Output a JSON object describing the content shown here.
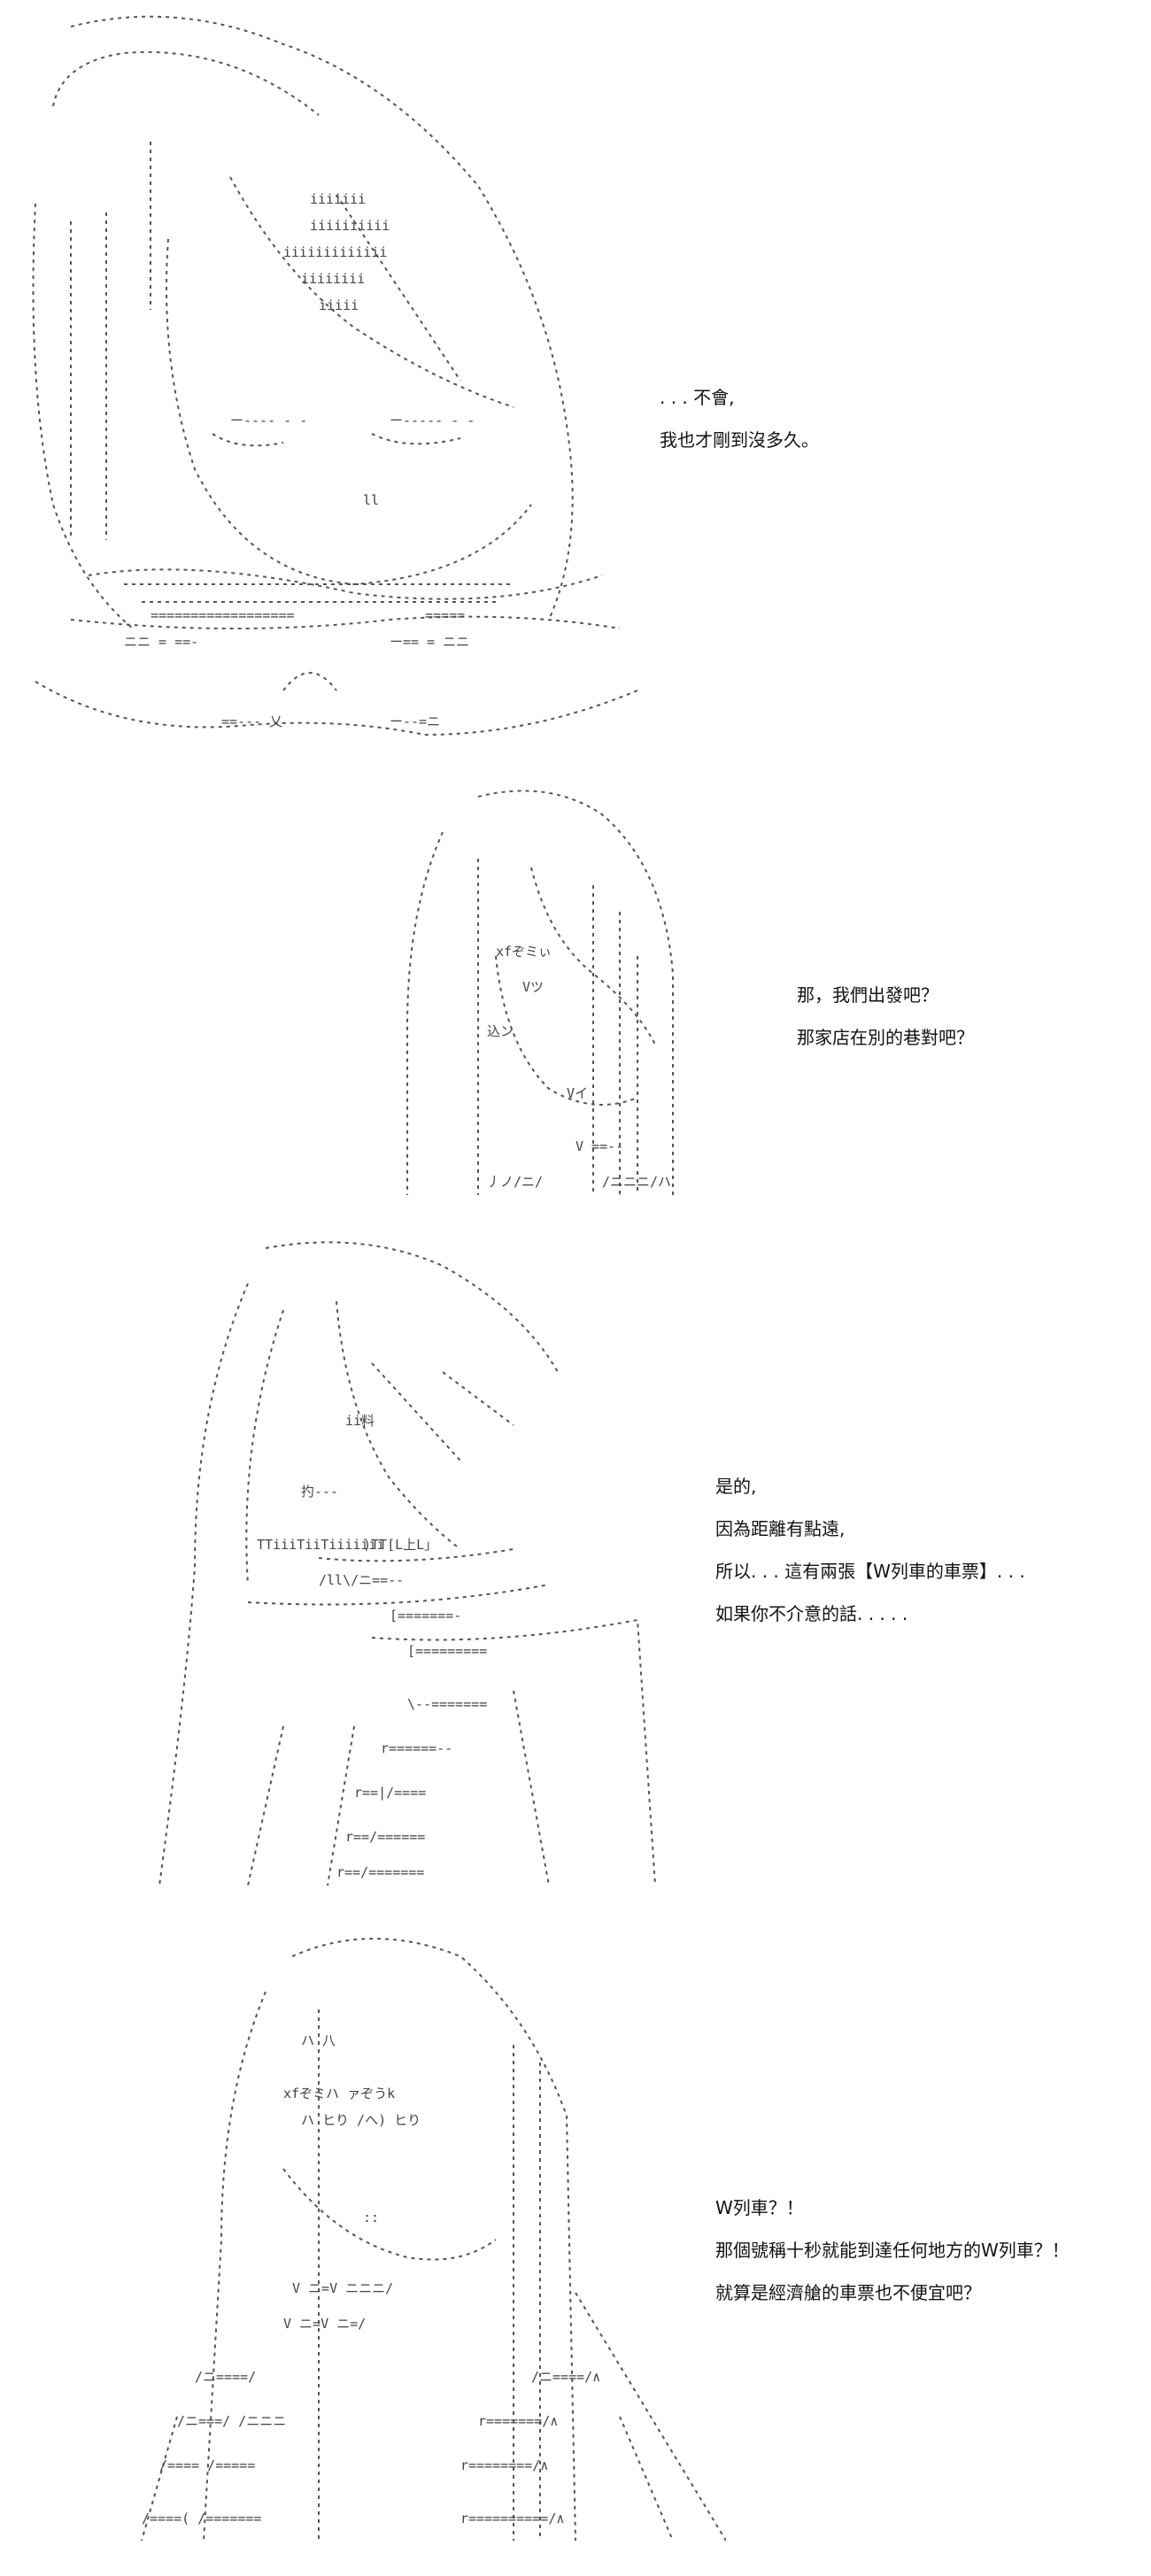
{
  "panels": [
    {
      "id": "panel-1",
      "art": "sleeping-girl-head-on-desk",
      "lines": [
        ". . . 不會,",
        "我也才剛到沒多久。"
      ]
    },
    {
      "id": "panel-2",
      "art": "girl-with-long-hair-profile",
      "lines": [
        "那，我們出發吧？",
        "那家店在別的巷對吧？"
      ]
    },
    {
      "id": "panel-3",
      "art": "girl-holding-tickets",
      "lines": [
        "是的,",
        "因為距離有點遠,",
        "所以. . . 這有兩張【W列車的車票】. . .",
        "如果你不介意的話. . . . ."
      ]
    },
    {
      "id": "panel-4",
      "art": "girl-surprised-long-hair",
      "lines": [
        "W列車？！",
        "那個號稱十秒就能到達任何地方的W列車？！",
        "就算是經濟艙的車票也不便宜吧？"
      ]
    }
  ],
  "colors": {
    "line_art": "#555555",
    "text": "#111111",
    "background": "#ffffff"
  }
}
